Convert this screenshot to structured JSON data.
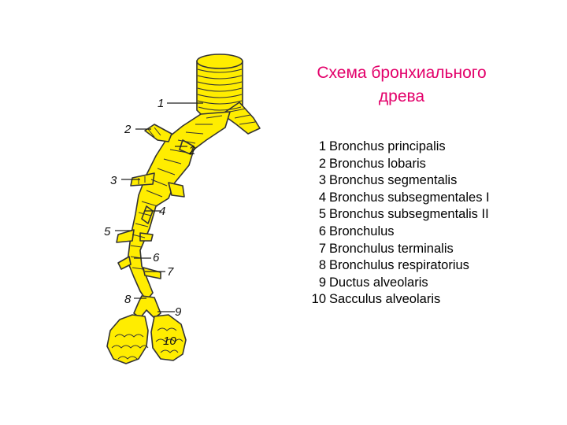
{
  "title": {
    "line1": "Схема бронхиального",
    "line2": "древа"
  },
  "legend": [
    {
      "num": "1",
      "text": "Bronchus principalis"
    },
    {
      "num": "2",
      "text": "Bronchus lobaris"
    },
    {
      "num": "3",
      "text": "Bronchus segmentalis"
    },
    {
      "num": "4",
      "text": "Bronchus subsegmentales I"
    },
    {
      "num": "5",
      "text": "Bronchus subsegmentalis  II"
    },
    {
      "num": "6",
      "text": "Bronchulus"
    },
    {
      "num": "7",
      "text": "Bronchulus terminalis"
    },
    {
      "num": "8",
      "text": "Bronchulus respiratorius"
    },
    {
      "num": "9",
      "text": "Ductus alveolaris"
    },
    {
      "num": "10",
      "text": "Sacculus alveolaris"
    }
  ],
  "callouts": {
    "c1": "1",
    "c2a": "2",
    "c2b": "2",
    "c3": "3",
    "c4": "4",
    "c5": "5",
    "c6": "6",
    "c7": "7",
    "c8": "8",
    "c9": "9",
    "c10": "10"
  },
  "colors": {
    "tree_fill": "#ffed00",
    "outline": "#333333",
    "title": "#e3006a"
  }
}
